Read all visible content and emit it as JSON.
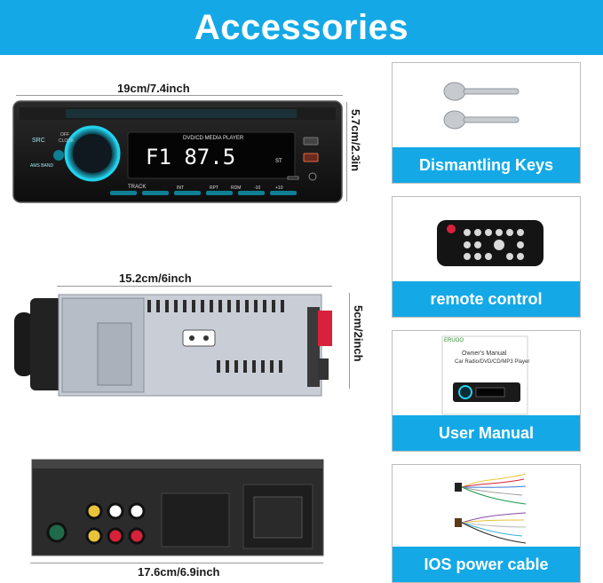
{
  "banner": {
    "title": "Accessories"
  },
  "dimensions": {
    "front_width": "19cm/7.4inch",
    "front_height": "5.7cm/2.3in",
    "side_length": "15.2cm/6inch",
    "side_height": "5cm/2inch",
    "back_width": "17.6cm/6.9inch"
  },
  "front_panel": {
    "display_title": "DVD/CD MEDIA PLAYER",
    "display_text": "F1 87.5",
    "display_suffix": "ST",
    "track_label": "TRACK",
    "buttons": [
      "INT",
      "RPT",
      "RDM",
      "-10",
      "+10"
    ],
    "left_labels": [
      "SRC",
      "OFF",
      "CLOCK",
      "AMS BAND"
    ],
    "accent_color": "#22d3ee"
  },
  "accessories": [
    {
      "label": "Dismantling Keys",
      "icon": "dismantling-keys-icon"
    },
    {
      "label": "remote control",
      "icon": "remote-control-icon"
    },
    {
      "label": "User Manual",
      "icon": "user-manual-icon"
    },
    {
      "label": "IOS power cable",
      "icon": "power-cable-icon"
    }
  ],
  "manual": {
    "brand": "ERUOO",
    "title": "Owner's Manual",
    "subtitle": "Car Radio/DVD/CD/MP3 Player"
  },
  "colors": {
    "accent": "#14a9e6",
    "card_border": "#bdbdbd"
  }
}
